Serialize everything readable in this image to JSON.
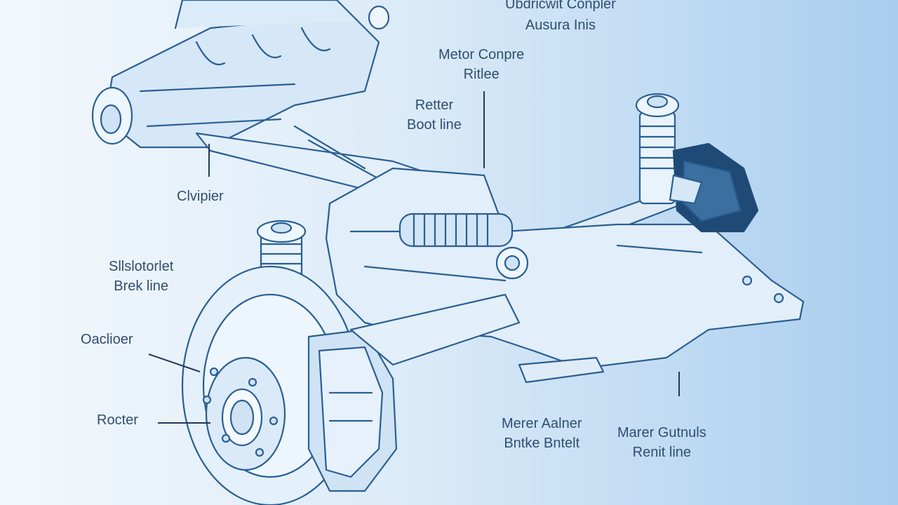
{
  "colors": {
    "stroke": "#2a5f93",
    "fill_light": "#e6f1fb",
    "fill_mid": "#c9e0f4",
    "dark": "#1e4a75",
    "text": "#2f4e70"
  },
  "labels": {
    "top_right": [
      "Ubdricwit Conpler",
      "Ausura Inis"
    ],
    "mid_top": [
      "Metor Conpre",
      "Ritlee"
    ],
    "center": [
      "Retter",
      "Boot line"
    ],
    "left_caliper": [
      "Clvipier"
    ],
    "left_brake": [
      "Sllslotorlet",
      "Brek line"
    ],
    "left_caliper2": [
      "Oaclioer"
    ],
    "left_rotor": [
      "Rocter"
    ],
    "bottom_mid": [
      "Merer Aalner",
      "Bntke Bntelt"
    ],
    "bottom_right": [
      "Marer Gutnuls",
      "Renit line"
    ]
  }
}
